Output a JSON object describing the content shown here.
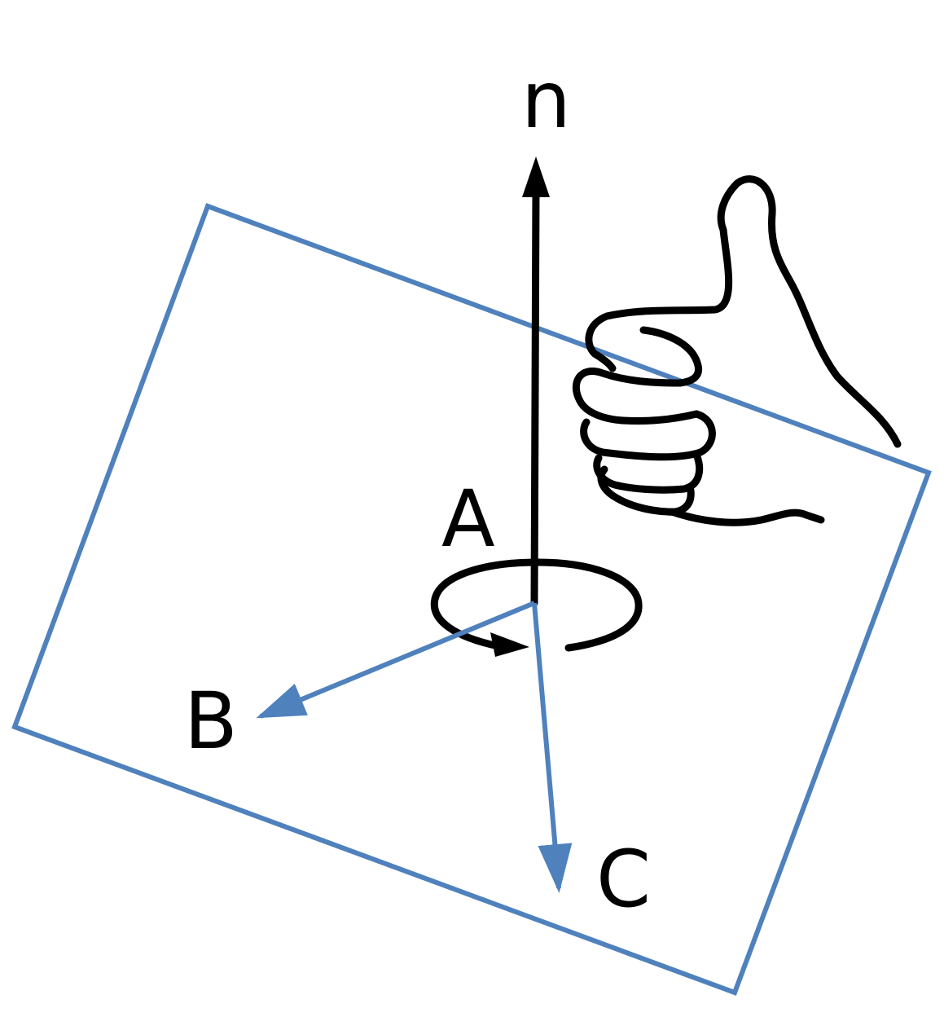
{
  "labels": {
    "normal": "n",
    "point_a": "A",
    "point_b": "B",
    "point_c": "C"
  },
  "colors": {
    "plane": "#4f81bd",
    "vectors": "#4f81bd",
    "normal_axis": "#000000",
    "hand": "#000000"
  },
  "icons": {
    "hand": "thumbs-up-hand-icon",
    "rotation": "rotation-arrow-icon"
  }
}
